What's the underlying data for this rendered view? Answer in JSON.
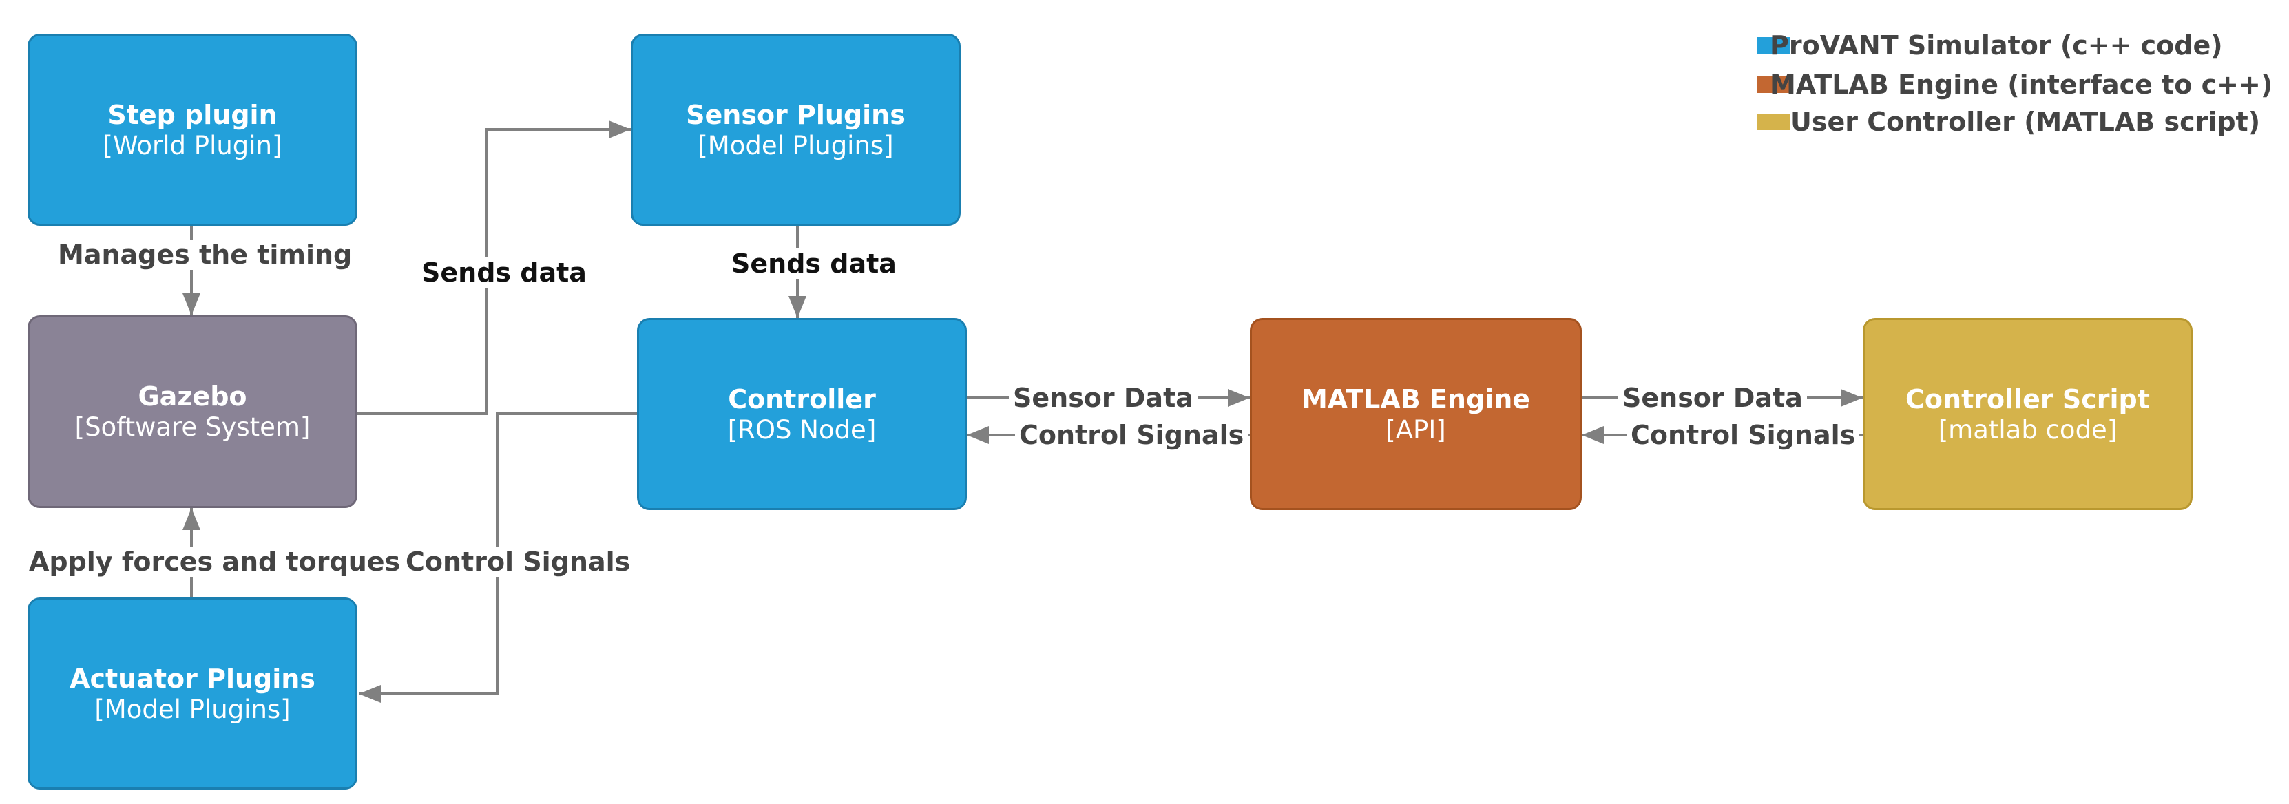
{
  "colors": {
    "provant": "#23a0da",
    "provant_border": "#1a7fb0",
    "matlab_engine": "#c36731",
    "matlab_engine_border": "#a4521f",
    "user_controller": "#d5b34b",
    "user_controller_border": "#b9982f",
    "gazebo": "#8a8396",
    "gazebo_border": "#6f6878",
    "edge": "#808080",
    "label_dark": "#444444",
    "label_black": "#111111"
  },
  "nodes": {
    "step_plugin": {
      "title": "Step plugin",
      "subtitle": "[World Plugin]"
    },
    "sensor_plugins": {
      "title": "Sensor Plugins",
      "subtitle": "[Model Plugins]"
    },
    "gazebo": {
      "title": "Gazebo",
      "subtitle": "[Software System]"
    },
    "controller": {
      "title": "Controller",
      "subtitle": "[ROS Node]"
    },
    "matlab_engine": {
      "title": "MATLAB Engine",
      "subtitle": "[API]"
    },
    "controller_script": {
      "title": "Controller Script",
      "subtitle": "[matlab code]"
    },
    "actuator_plugins": {
      "title": "Actuator Plugins",
      "subtitle": "[Model Plugins]"
    }
  },
  "edges": {
    "manages_timing": "Manages the timing",
    "sends_data_gazebo": "Sends data",
    "sends_data_sensor": "Sends data",
    "apply_forces": "Apply forces and torques",
    "control_signals_actuator": "Control Signals",
    "sensor_data_engine": "Sensor Data",
    "control_signals_controller": "Control Signals",
    "sensor_data_script": "Sensor Data",
    "control_signals_engine": "Control Signals"
  },
  "legend": [
    {
      "label": "ProVANT Simulator (c++ code)",
      "color": "#23a0da"
    },
    {
      "label": "MATLAB Engine (interface to c++)",
      "color": "#c36731"
    },
    {
      "label": "User Controller (MATLAB script)",
      "color": "#d5b34b"
    }
  ]
}
